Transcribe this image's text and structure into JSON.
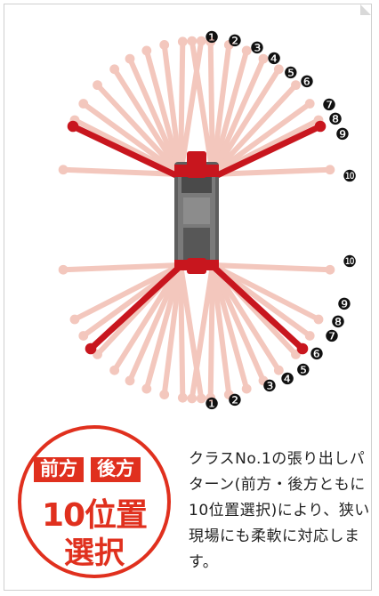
{
  "markers": {
    "top": [
      "❶",
      "❷",
      "❸",
      "❹",
      "❺",
      "❻",
      "❼",
      "❽",
      "❾",
      "❿"
    ],
    "bottom": [
      "❶",
      "❷",
      "❸",
      "❹",
      "❺",
      "❻",
      "❼",
      "❽",
      "❾",
      "❿"
    ]
  },
  "badge": {
    "tag_front": "前方",
    "tag_rear": "後方",
    "line1": "10位置",
    "line2": "選択"
  },
  "description": "クラスNo.1の張り出しパターン(前方・後方ともに10位置選択)により、狭い現場にも柔軟に対応します。",
  "colors": {
    "accent": "#e0301e",
    "outrigger": "#c8161e",
    "ghost": "#f3c7bd",
    "body": "#6d6d6d"
  }
}
